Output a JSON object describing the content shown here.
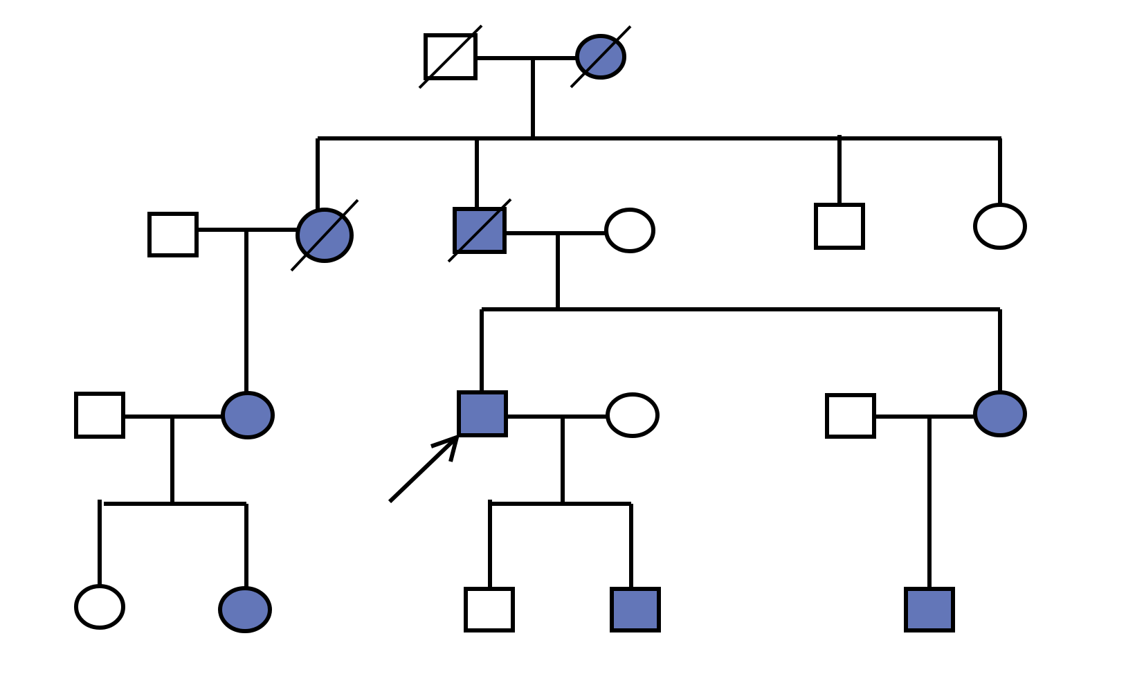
{
  "colors": {
    "affected": "#6376b8",
    "unaffected": "#ffffff",
    "stroke": "#000000"
  },
  "individuals": [
    {
      "id": "gen1-father",
      "generation": 1,
      "sex": "male",
      "affected": false,
      "deceased": true,
      "proband": false
    },
    {
      "id": "gen1-mother",
      "generation": 1,
      "sex": "female",
      "affected": true,
      "deceased": true,
      "proband": false
    },
    {
      "id": "gen2-spouse-husband",
      "generation": 2,
      "sex": "male",
      "affected": false,
      "deceased": false,
      "proband": false
    },
    {
      "id": "gen2-daughter-1",
      "generation": 2,
      "sex": "female",
      "affected": true,
      "deceased": true,
      "proband": false
    },
    {
      "id": "gen2-son-1",
      "generation": 2,
      "sex": "male",
      "affected": true,
      "deceased": true,
      "proband": false
    },
    {
      "id": "gen2-spouse-wife",
      "generation": 2,
      "sex": "female",
      "affected": false,
      "deceased": false,
      "proband": false
    },
    {
      "id": "gen2-son-2",
      "generation": 2,
      "sex": "male",
      "affected": false,
      "deceased": false,
      "proband": false
    },
    {
      "id": "gen2-daughter-2",
      "generation": 2,
      "sex": "female",
      "affected": false,
      "deceased": false,
      "proband": false
    },
    {
      "id": "gen3-spouse-husband-left",
      "generation": 3,
      "sex": "male",
      "affected": false,
      "deceased": false,
      "proband": false
    },
    {
      "id": "gen3-daughter-left",
      "generation": 3,
      "sex": "female",
      "affected": true,
      "deceased": false,
      "proband": false
    },
    {
      "id": "gen3-proband",
      "generation": 3,
      "sex": "male",
      "affected": true,
      "deceased": false,
      "proband": true
    },
    {
      "id": "gen3-spouse-wife",
      "generation": 3,
      "sex": "female",
      "affected": false,
      "deceased": false,
      "proband": false
    },
    {
      "id": "gen3-spouse-husband-right",
      "generation": 3,
      "sex": "male",
      "affected": false,
      "deceased": false,
      "proband": false
    },
    {
      "id": "gen3-sister-right",
      "generation": 3,
      "sex": "female",
      "affected": true,
      "deceased": false,
      "proband": false
    },
    {
      "id": "gen4-daughter-1",
      "generation": 4,
      "sex": "female",
      "affected": false,
      "deceased": false,
      "proband": false
    },
    {
      "id": "gen4-daughter-2",
      "generation": 4,
      "sex": "female",
      "affected": true,
      "deceased": false,
      "proband": false
    },
    {
      "id": "gen4-son-1",
      "generation": 4,
      "sex": "male",
      "affected": false,
      "deceased": false,
      "proband": false
    },
    {
      "id": "gen4-son-2",
      "generation": 4,
      "sex": "male",
      "affected": true,
      "deceased": false,
      "proband": false
    },
    {
      "id": "gen4-son-3",
      "generation": 4,
      "sex": "male",
      "affected": true,
      "deceased": false,
      "proband": false
    }
  ],
  "unions": [
    {
      "id": "union-gen1",
      "partners": [
        "gen1-father",
        "gen1-mother"
      ],
      "children": [
        "gen2-daughter-1",
        "gen2-son-1",
        "gen2-son-2",
        "gen2-daughter-2"
      ]
    },
    {
      "id": "union-gen2-left",
      "partners": [
        "gen2-spouse-husband",
        "gen2-daughter-1"
      ],
      "children": [
        "gen3-daughter-left"
      ]
    },
    {
      "id": "union-gen2-center",
      "partners": [
        "gen2-son-1",
        "gen2-spouse-wife"
      ],
      "children": [
        "gen3-proband",
        "gen3-sister-right"
      ]
    },
    {
      "id": "union-gen3-left",
      "partners": [
        "gen3-spouse-husband-left",
        "gen3-daughter-left"
      ],
      "children": [
        "gen4-daughter-1",
        "gen4-daughter-2"
      ]
    },
    {
      "id": "union-gen3-center",
      "partners": [
        "gen3-proband",
        "gen3-spouse-wife"
      ],
      "children": [
        "gen4-son-1",
        "gen4-son-2"
      ]
    },
    {
      "id": "union-gen3-right",
      "partners": [
        "gen3-spouse-husband-right",
        "gen3-sister-right"
      ],
      "children": [
        "gen4-son-3"
      ]
    }
  ]
}
